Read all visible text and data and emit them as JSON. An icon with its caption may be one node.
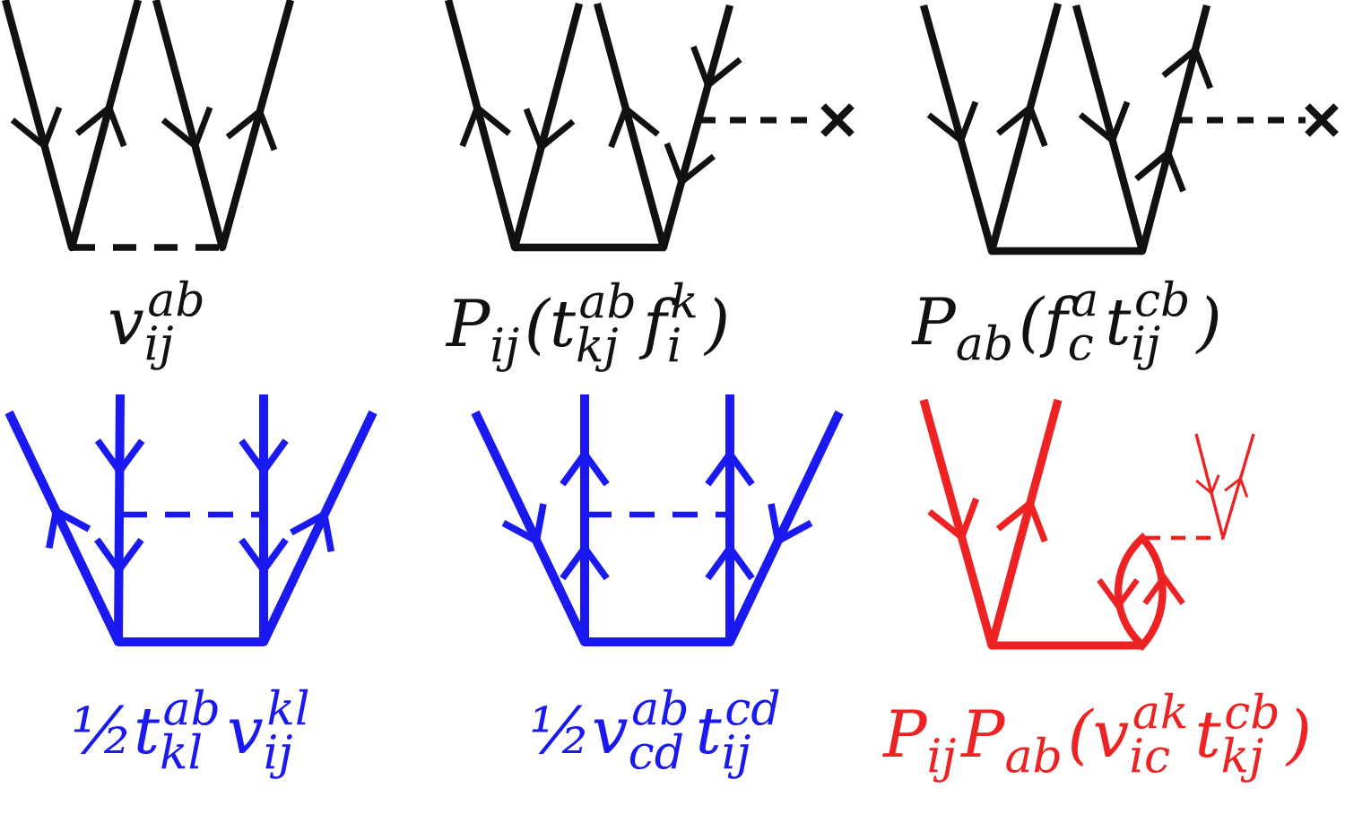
{
  "diagram": {
    "labels": [
      "v$^{ab}$$_{ij}$",
      "P$_{ij}$(t$^{ab}$$_{kj}$f$^{k}$$_{i}$)",
      "P$_{ab}$(f$^{a}$$_{c}$t$^{cb}$$_{ij}$)",
      "½t$^{ab}$$_{kl}$v$^{kl}$$_{ij}$",
      "½v$^{ab}$$_{cd}$t$^{cd}$$_{ij}$",
      "P$_{ij}$P$_{ab}$(v$^{ak}$$_{ic}$t$^{cb}$$_{kj}$)"
    ]
  }
}
